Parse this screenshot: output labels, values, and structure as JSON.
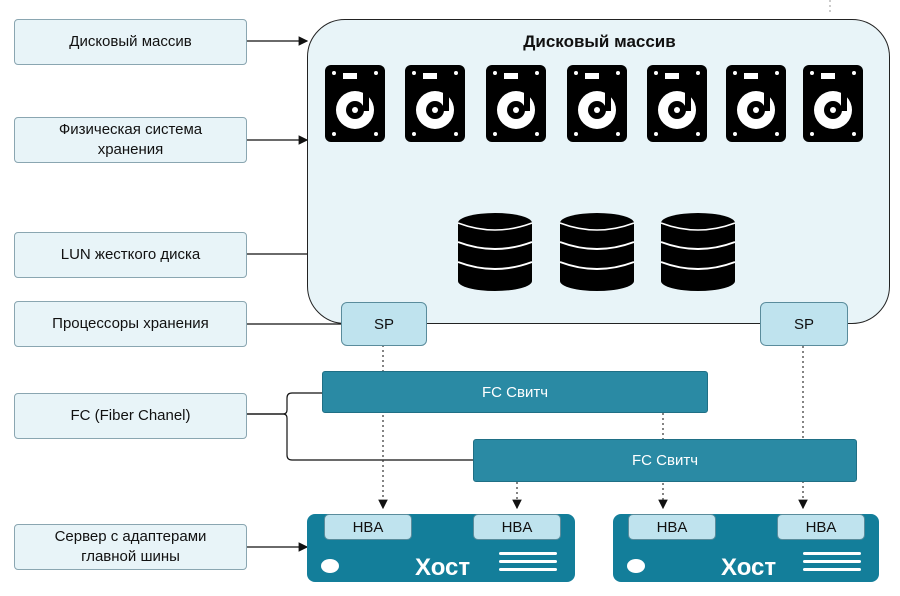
{
  "labels": {
    "disk_array": "Дисковый массив",
    "physical_storage": "Физическая система\nхранения",
    "lun": "LUN жесткого диска",
    "storage_processors": "Процессоры хранения",
    "fc": "FC (Fiber Chanel)",
    "server": "Сервер с адаптерами\nглавной шины"
  },
  "array": {
    "title": "Дисковый массив"
  },
  "sp": {
    "left": "SP",
    "right": "SP"
  },
  "fc_switch": {
    "top": "FC Свитч",
    "bottom": "FC Свитч"
  },
  "hosts": [
    {
      "label": "Хост",
      "hba_left": "HBA",
      "hba_right": "HBA"
    },
    {
      "label": "Хост",
      "hba_left": "HBA",
      "hba_right": "HBA"
    }
  ],
  "icons": {
    "disk": "hard-disk-icon",
    "lun": "database-icon"
  },
  "colors": {
    "panel": "#e8f4f8",
    "switch": "#2a8aa4",
    "host": "#137e9a",
    "hba": "#bfe3ee"
  }
}
